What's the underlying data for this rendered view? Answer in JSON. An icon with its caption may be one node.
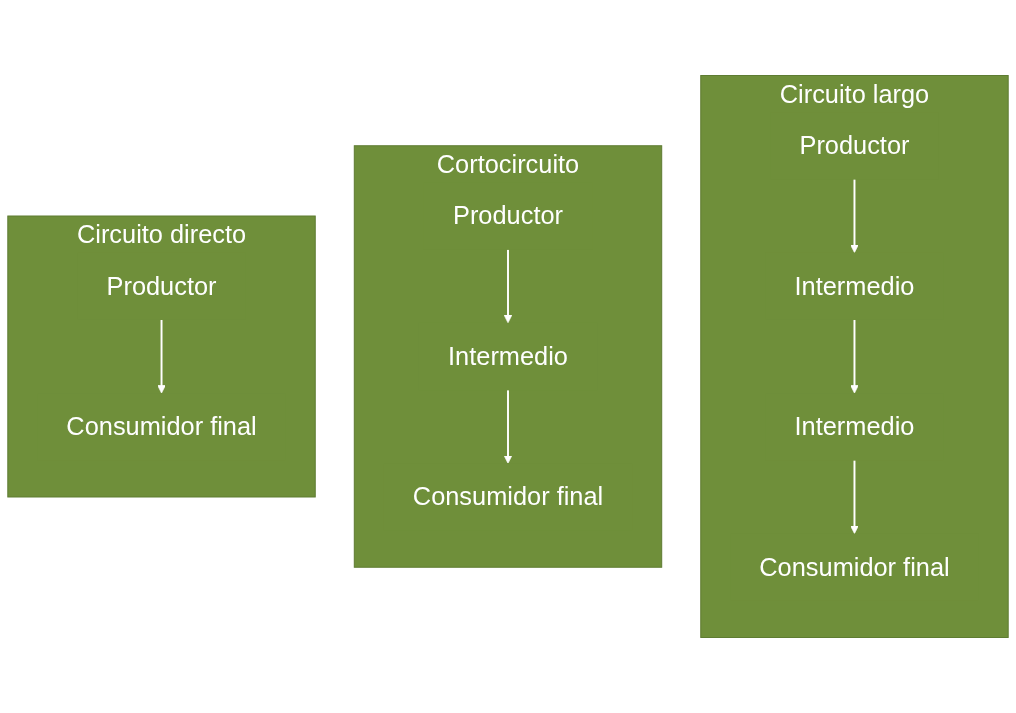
{
  "diagram": {
    "nodes": [
      {
        "text": [
          "Circuito directo"
        ]
      },
      {
        "text": [
          "Productor"
        ],
        "in": 0
      },
      {
        "text": [
          "Consumidor final"
        ],
        "in": 0
      },
      {
        "text": [
          "Cortocircuito"
        ]
      },
      {
        "text": [
          "Productor"
        ],
        "in": 3
      },
      {
        "text": [
          "Intermedio"
        ],
        "in": 3
      },
      {
        "text": [
          "Consumidor final"
        ],
        "in": 3
      },
      {
        "text": [
          "Circuito largo"
        ]
      },
      {
        "text": [
          "Productor"
        ],
        "in": 7
      },
      {
        "text": [
          "Intermedio"
        ],
        "in": 7
      },
      {
        "text": [
          "Intermedio"
        ],
        "in": 7
      },
      {
        "text": [
          "Consumidor final"
        ],
        "in": 7
      }
    ],
    "edges": [
      {
        "from": 1,
        "to": 2,
        "arrow": "to"
      },
      {
        "from": 4,
        "to": 5,
        "arrow": "to"
      },
      {
        "from": 5,
        "to": 6,
        "arrow": "to"
      },
      {
        "from": 8,
        "to": 9,
        "arrow": "to"
      },
      {
        "from": 9,
        "to": 10,
        "arrow": "to"
      },
      {
        "from": 10,
        "to": 11,
        "arrow": "to"
      }
    ]
  }
}
